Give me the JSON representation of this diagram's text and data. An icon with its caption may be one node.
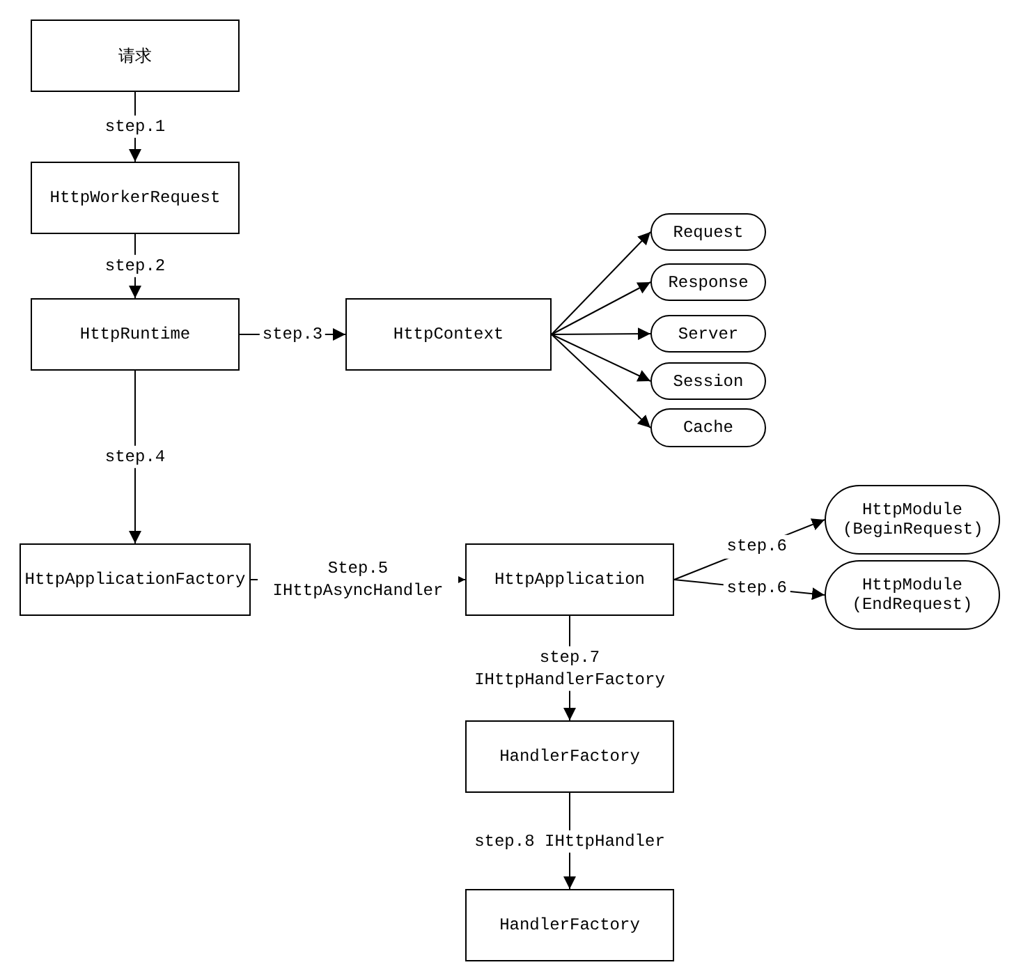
{
  "diagram": {
    "nodes": [
      {
        "text": [
          "请求"
        ]
      },
      {
        "text": [
          "HttpWorkerRequest"
        ]
      },
      {
        "text": [
          "HttpRuntime"
        ]
      },
      {
        "text": [
          "HttpContext"
        ]
      },
      {
        "text": [
          "Request"
        ]
      },
      {
        "text": [
          "Response"
        ]
      },
      {
        "text": [
          "Server"
        ]
      },
      {
        "text": [
          "Session"
        ]
      },
      {
        "text": [
          "Cache"
        ]
      },
      {
        "text": [
          "HttpApplicationFactory"
        ]
      },
      {
        "text": [
          "HttpApplication"
        ]
      },
      {
        "text": [
          "HttpModule (BeginRequest)"
        ]
      },
      {
        "text": [
          "HttpModule (EndRequest)"
        ]
      },
      {
        "text": [
          "HandlerFactory"
        ]
      },
      {
        "text": [
          "HandlerFactory"
        ]
      }
    ],
    "edges": [
      {
        "from": 0,
        "to": 1,
        "arrow": "to",
        "label": "step.1"
      },
      {
        "from": 1,
        "to": 2,
        "arrow": "to",
        "label": "step.2"
      },
      {
        "from": 2,
        "to": 3,
        "arrow": "to",
        "label": "step.3"
      },
      {
        "from": 3,
        "to": 4,
        "arrow": "to"
      },
      {
        "from": 3,
        "to": 5,
        "arrow": "to"
      },
      {
        "from": 3,
        "to": 6,
        "arrow": "to"
      },
      {
        "from": 3,
        "to": 7,
        "arrow": "to"
      },
      {
        "from": 3,
        "to": 8,
        "arrow": "to"
      },
      {
        "from": 2,
        "to": 9,
        "arrow": "to",
        "label": "step.4"
      },
      {
        "from": 9,
        "to": 10,
        "arrow": "to",
        "label": "Step.5 IHttpAsyncHandler"
      },
      {
        "from": 10,
        "to": 11,
        "arrow": "to",
        "label": "step.6"
      },
      {
        "from": 10,
        "to": 12,
        "arrow": "to",
        "label": "step.6"
      },
      {
        "from": 10,
        "to": 13,
        "arrow": "to",
        "label": "step.7 IHttpHandlerFactory"
      },
      {
        "from": 13,
        "to": 14,
        "arrow": "to",
        "label": "step.8 IHttpHandler"
      }
    ]
  }
}
